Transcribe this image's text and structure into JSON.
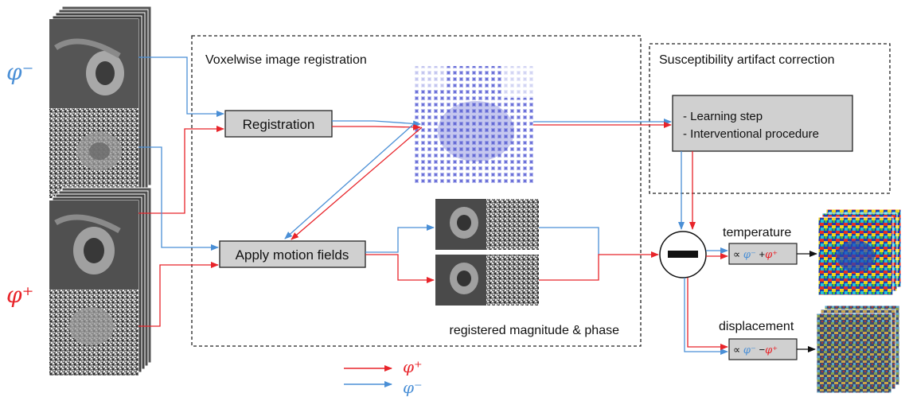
{
  "colors": {
    "phi_minus": "#4a8fd6",
    "phi_plus": "#e8242a",
    "box_fill": "#d0d0d0",
    "box_border": "#222222",
    "dashed_border": "#222222"
  },
  "inputs": {
    "phi_minus_label": "φ⁻",
    "phi_plus_label": "φ⁺"
  },
  "registration_section": {
    "title": "Voxelwise image registration",
    "registration_box": "Registration",
    "apply_box": "Apply motion fields",
    "output_caption": "registered magnitude & phase"
  },
  "correction_section": {
    "title": "Susceptibility artifact correction",
    "steps": [
      "- Learning step",
      "- Interventional procedure"
    ]
  },
  "operator": {
    "symbol": "minus",
    "icon": "minus-circle-icon"
  },
  "outputs": {
    "temperature": {
      "label": "temperature",
      "formula_prefix": "∝ ",
      "formula_term1": "φ⁻",
      "formula_op": " +",
      "formula_term2": "φ⁺"
    },
    "displacement": {
      "label": "displacement",
      "formula_prefix": "∝ ",
      "formula_term1": "φ⁻",
      "formula_op": " −",
      "formula_term2": "φ⁺"
    }
  },
  "legend": {
    "red_label": "φ⁺",
    "blue_label": "φ⁻"
  }
}
